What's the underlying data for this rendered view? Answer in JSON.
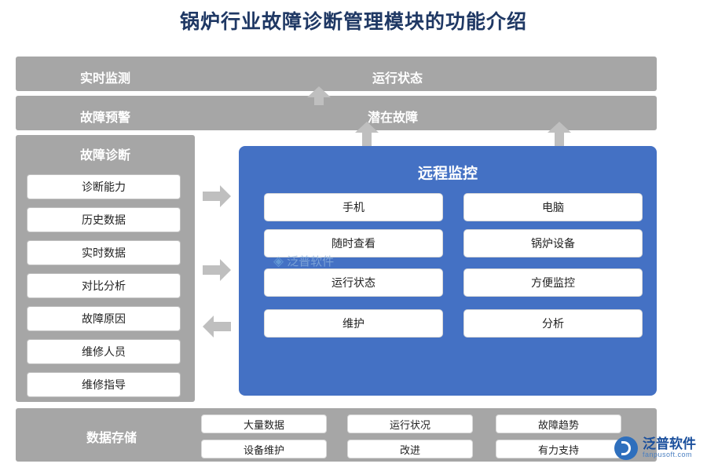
{
  "title": "锅炉行业故障诊断管理模块的功能介绍",
  "top_bars": [
    {
      "label": "实时监测",
      "right_label": "运行状态"
    },
    {
      "label": "故障预警",
      "right_label": "潜在故障"
    }
  ],
  "left_panel": {
    "title": "故障诊断",
    "items": [
      "诊断能力",
      "历史数据",
      "实时数据",
      "对比分析",
      "故障原因",
      "维修人员",
      "维修指导"
    ]
  },
  "blue_panel": {
    "title": "远程监控",
    "left_items": [
      "手机",
      "随时查看",
      "运行状态",
      "维护"
    ],
    "right_items": [
      "电脑",
      "锅炉设备",
      "方便监控",
      "分析"
    ]
  },
  "bottom_bar": {
    "title": "数据存储",
    "row1": [
      "大量数据",
      "运行状况",
      "故障趋势"
    ],
    "row2": [
      "设备维护",
      "改进",
      "有力支持"
    ]
  },
  "watermark": {
    "mark": "◈",
    "text": "泛普软件"
  },
  "logo": {
    "name": "泛普软件",
    "sub": "fanpusoft.com"
  },
  "colors": {
    "title": "#1f3864",
    "gray": "#a6a6a6",
    "blue": "#4471c4",
    "arrow": "#bfbfbf"
  }
}
